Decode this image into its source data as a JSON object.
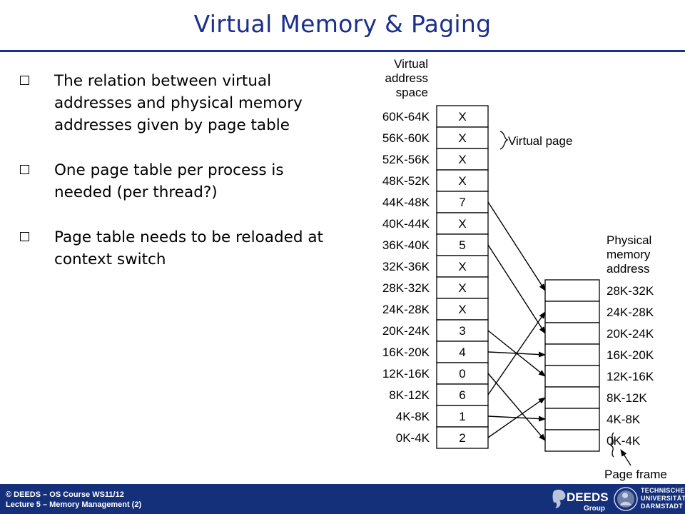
{
  "slide": {
    "title": "Virtual Memory & Paging",
    "accent_color": "#1b2f8c",
    "footer_color": "#15307a"
  },
  "bullets": [
    "The relation between virtual addresses and physical memory addresses given by page table",
    "One page table per process is needed (per thread?)",
    "Page table needs to be reloaded at context switch"
  ],
  "diagram": {
    "virtual_header": [
      "Virtual",
      "address",
      "space"
    ],
    "virtual_rows": [
      {
        "range": "60K-64K",
        "entry": "X"
      },
      {
        "range": "56K-60K",
        "entry": "X"
      },
      {
        "range": "52K-56K",
        "entry": "X"
      },
      {
        "range": "48K-52K",
        "entry": "X"
      },
      {
        "range": "44K-48K",
        "entry": "7"
      },
      {
        "range": "40K-44K",
        "entry": "X"
      },
      {
        "range": "36K-40K",
        "entry": "5"
      },
      {
        "range": "32K-36K",
        "entry": "X"
      },
      {
        "range": "28K-32K",
        "entry": "X"
      },
      {
        "range": "24K-28K",
        "entry": "X"
      },
      {
        "range": "20K-24K",
        "entry": "3"
      },
      {
        "range": "16K-20K",
        "entry": "4"
      },
      {
        "range": "12K-16K",
        "entry": "0"
      },
      {
        "range": "8K-12K",
        "entry": "6"
      },
      {
        "range": "4K-8K",
        "entry": "1"
      },
      {
        "range": "0K-4K",
        "entry": "2"
      }
    ],
    "virtual_page_label": "Virtual page",
    "physical_header": [
      "Physical",
      "memory",
      "address"
    ],
    "physical_rows": [
      "28K-32K",
      "24K-28K",
      "20K-24K",
      "16K-20K",
      "12K-16K",
      "8K-12K",
      "4K-8K",
      "0K-4K"
    ],
    "page_frame_label": "Page frame"
  },
  "footer": {
    "line1": "© DEEDS – OS Course WS11/12",
    "line2": "Lecture 5 – Memory Management (2)",
    "deeds_logo_text": "DEEDS",
    "deeds_logo_sub": "Group",
    "tu_lines": [
      "TECHNISCHE",
      "UNIVERSITÄT",
      "DARMSTADT"
    ]
  }
}
